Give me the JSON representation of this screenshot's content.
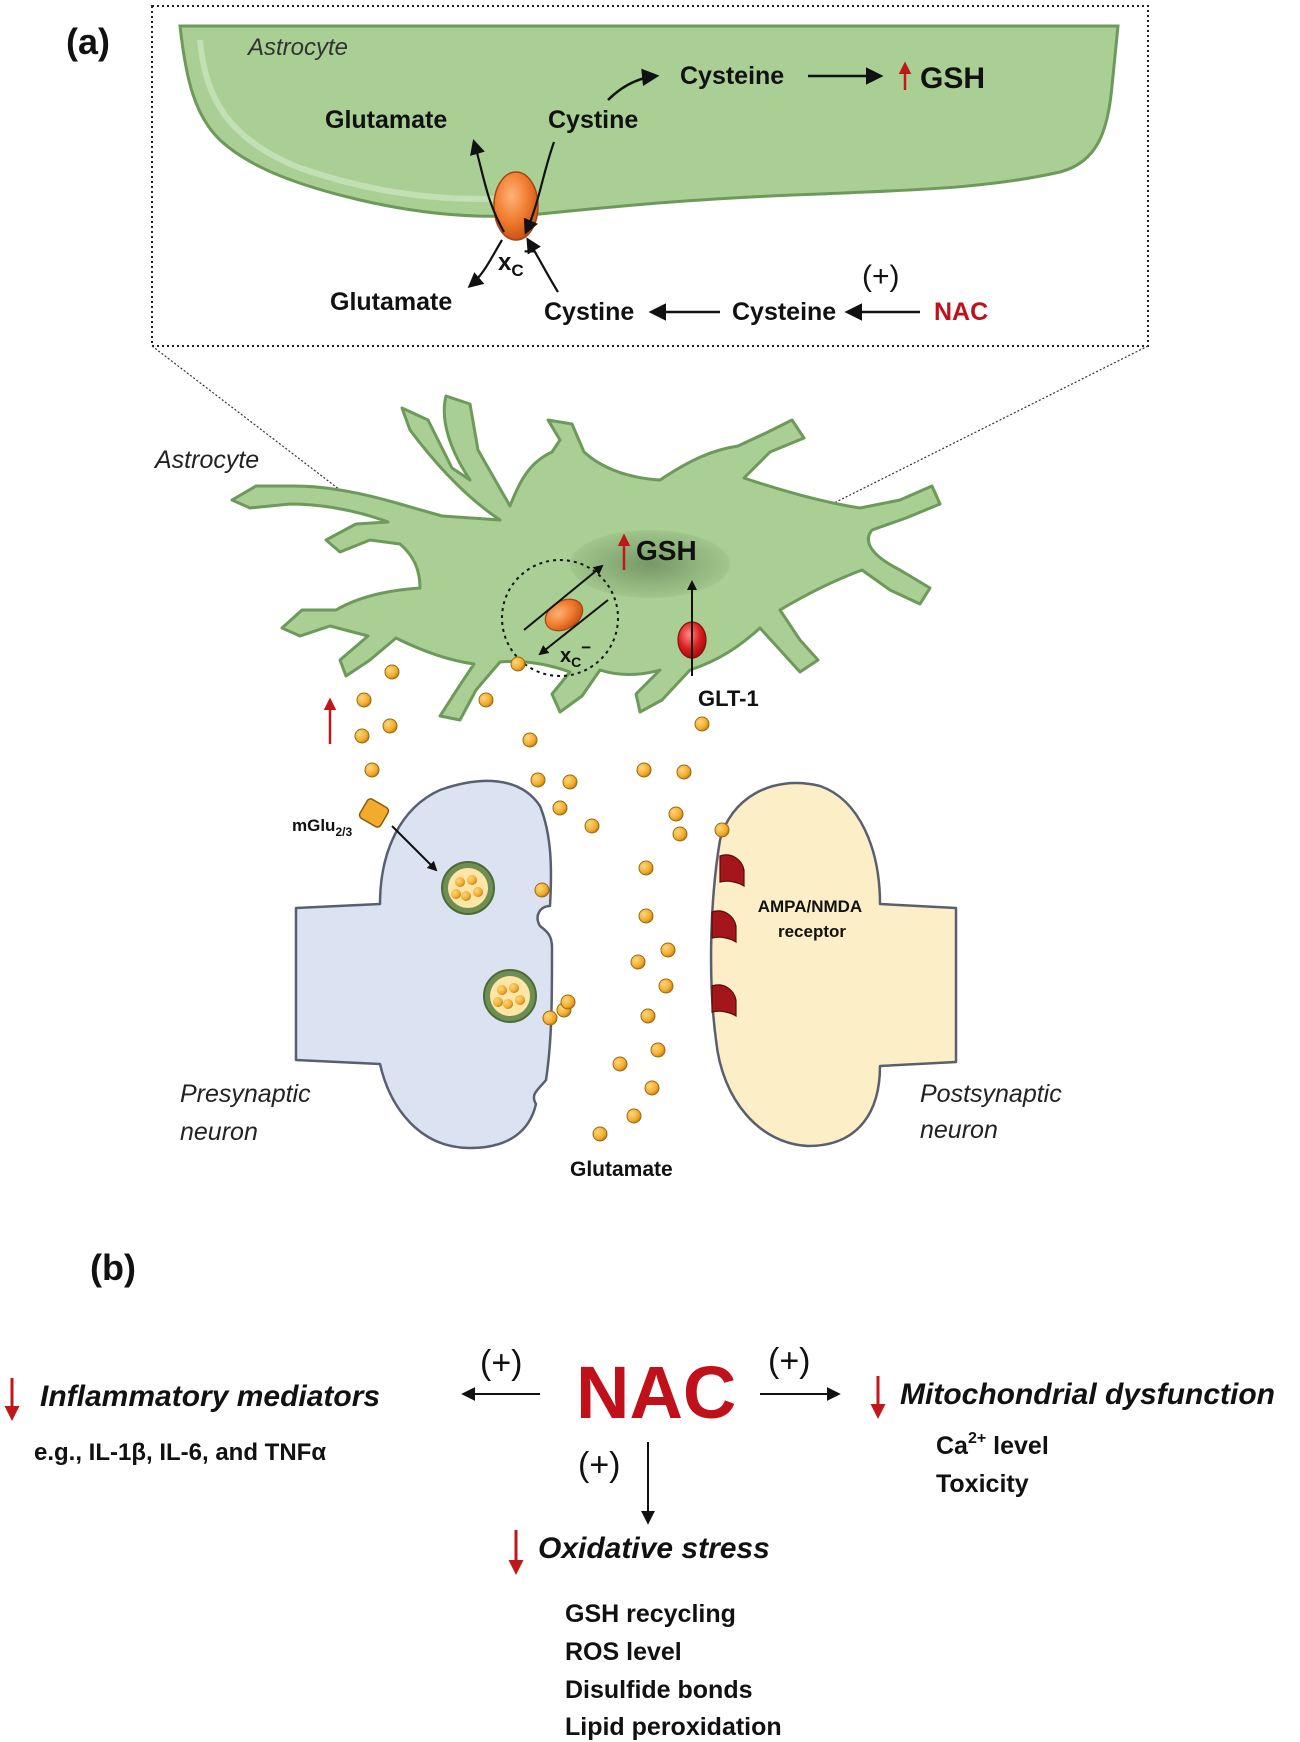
{
  "panel_a": {
    "label": "(a)",
    "inset": {
      "cell_label": "Astrocyte",
      "glutamate_in": "Glutamate",
      "cystine_in": "Cystine",
      "cysteine_in": "Cysteine",
      "gsh": "GSH",
      "transporter": "x",
      "transporter_sub": "C",
      "transporter_sup": "−",
      "glutamate_out": "Glutamate",
      "cystine_out": "Cystine",
      "cysteine_out": "Cysteine",
      "plus": "(+)",
      "nac": "NAC"
    },
    "main": {
      "astrocyte_label": "Astrocyte",
      "gsh": "GSH",
      "transporter": "x",
      "transporter_sub": "C",
      "transporter_sup": "−",
      "glt1": "GLT-1",
      "mglu": "mGlu",
      "mglu_sub": "2/3",
      "receptor_line1": "AMPA/NMDA",
      "receptor_line2": "receptor",
      "presyn_line1": "Presynaptic",
      "presyn_line2": "neuron",
      "postsyn_line1": "Postsynaptic",
      "postsyn_line2": "neuron",
      "glutamate": "Glutamate"
    }
  },
  "panel_b": {
    "label": "(b)",
    "center": "NAC",
    "plus_left": "(+)",
    "plus_right": "(+)",
    "plus_down": "(+)",
    "inflammatory": {
      "title": "Inflammatory mediators",
      "detail": "e.g., IL-1β, IL-6, and TNFα"
    },
    "mitochondrial": {
      "title": "Mitochondrial dysfunction",
      "item1_pre": "Ca",
      "item1_sup": "2+",
      "item1_post": " level",
      "item2": "Toxicity"
    },
    "oxidative": {
      "title": "Oxidative stress",
      "items": [
        "GSH recycling",
        "ROS level",
        "Disulfide bonds",
        "Lipid peroxidation"
      ]
    }
  },
  "colors": {
    "astro_fill": "#a9cf95",
    "astro_stroke": "#6d9a5b",
    "transporter": "#f07a2c",
    "glt1": "#d91f1f",
    "glutamate_dot": "#f2ab2a",
    "presyn_fill": "#dbe3f3",
    "postsyn_fill": "#fcefc7",
    "receptor": "#a4161a",
    "nac_red": "#c0101a",
    "arrow_red": "#c01818"
  }
}
